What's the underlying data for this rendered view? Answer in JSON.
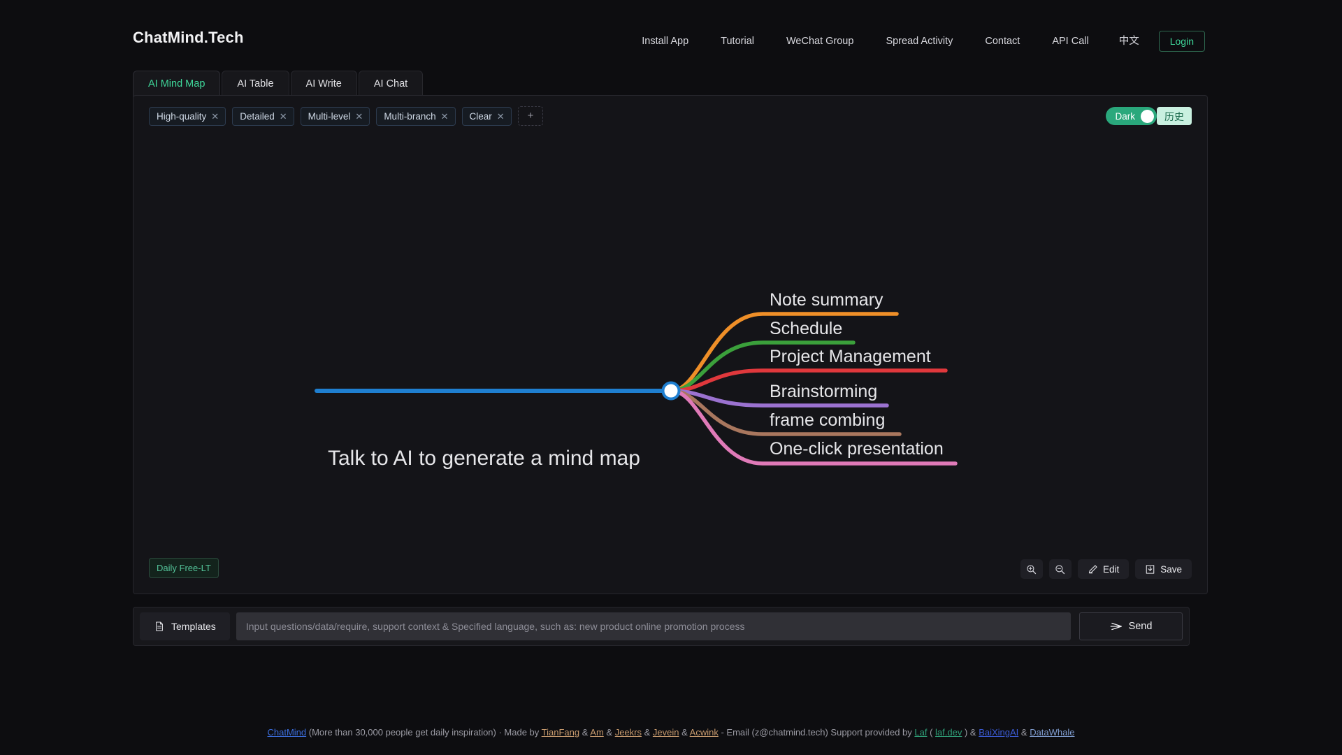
{
  "header": {
    "brand": "ChatMind.Tech",
    "nav": [
      {
        "label": "Install App",
        "name": "nav-install-app"
      },
      {
        "label": "Tutorial",
        "name": "nav-tutorial"
      },
      {
        "label": "WeChat Group",
        "name": "nav-wechat-group"
      },
      {
        "label": "Spread Activity",
        "name": "nav-spread-activity"
      },
      {
        "label": "Contact",
        "name": "nav-contact"
      },
      {
        "label": "API Call",
        "name": "nav-api-call"
      },
      {
        "label": "中文",
        "name": "nav-language"
      }
    ],
    "login_label": "Login"
  },
  "tabs": [
    {
      "label": "AI Mind Map",
      "active": true
    },
    {
      "label": "AI Table",
      "active": false
    },
    {
      "label": "AI Write",
      "active": false
    },
    {
      "label": "AI Chat",
      "active": false
    }
  ],
  "toolbar": {
    "tags": [
      "High-quality",
      "Detailed",
      "Multi-level",
      "Multi-branch",
      "Clear"
    ],
    "tag_close_glyph": "✕",
    "add_tag_glyph": "+",
    "dark_label": "Dark",
    "dark_on": true,
    "history_label": "历史"
  },
  "mindmap": {
    "root": "Talk to AI to generate a mind map",
    "root_color": "#1f7fd0",
    "branches": [
      {
        "label": "Note summary",
        "color": "#ef8f28"
      },
      {
        "label": "Schedule",
        "color": "#3ba03b"
      },
      {
        "label": "Project Management",
        "color": "#e0383c"
      },
      {
        "label": "Brainstorming",
        "color": "#9b72d0"
      },
      {
        "label": "frame combing",
        "color": "#a9775e"
      },
      {
        "label": "One-click presentation",
        "color": "#e07ab8"
      }
    ]
  },
  "map_controls": {
    "free_badge": "Daily Free-LT",
    "zoom_in_name": "zoom-in-icon",
    "zoom_out_name": "zoom-out-icon",
    "edit_label": "Edit",
    "save_label": "Save"
  },
  "input_bar": {
    "templates_label": "Templates",
    "placeholder": "Input questions/data/require, support context & Specified language, such as: new product online promotion process",
    "value": "",
    "send_label": "Send"
  },
  "footer": {
    "brand_link": "ChatMind",
    "tagline": " (More than 30,000 people get daily inspiration) · Made by ",
    "author1": "TianFang",
    "amp1": " & ",
    "author2": "Am",
    "amp2": " & ",
    "author3": "Jeekrs",
    "amp3": " & ",
    "author4": "Jevein",
    "amp4": " & ",
    "author5": "Acwink",
    "email_text": " - Email (z@chatmind.tech)    Support provided by ",
    "support1": "Laf",
    "paren_open": " ( ",
    "support2": "laf.dev",
    "paren_close": " ) & ",
    "support3": "BaiXingAI",
    "amp5": " & ",
    "support4": "DataWhale"
  }
}
